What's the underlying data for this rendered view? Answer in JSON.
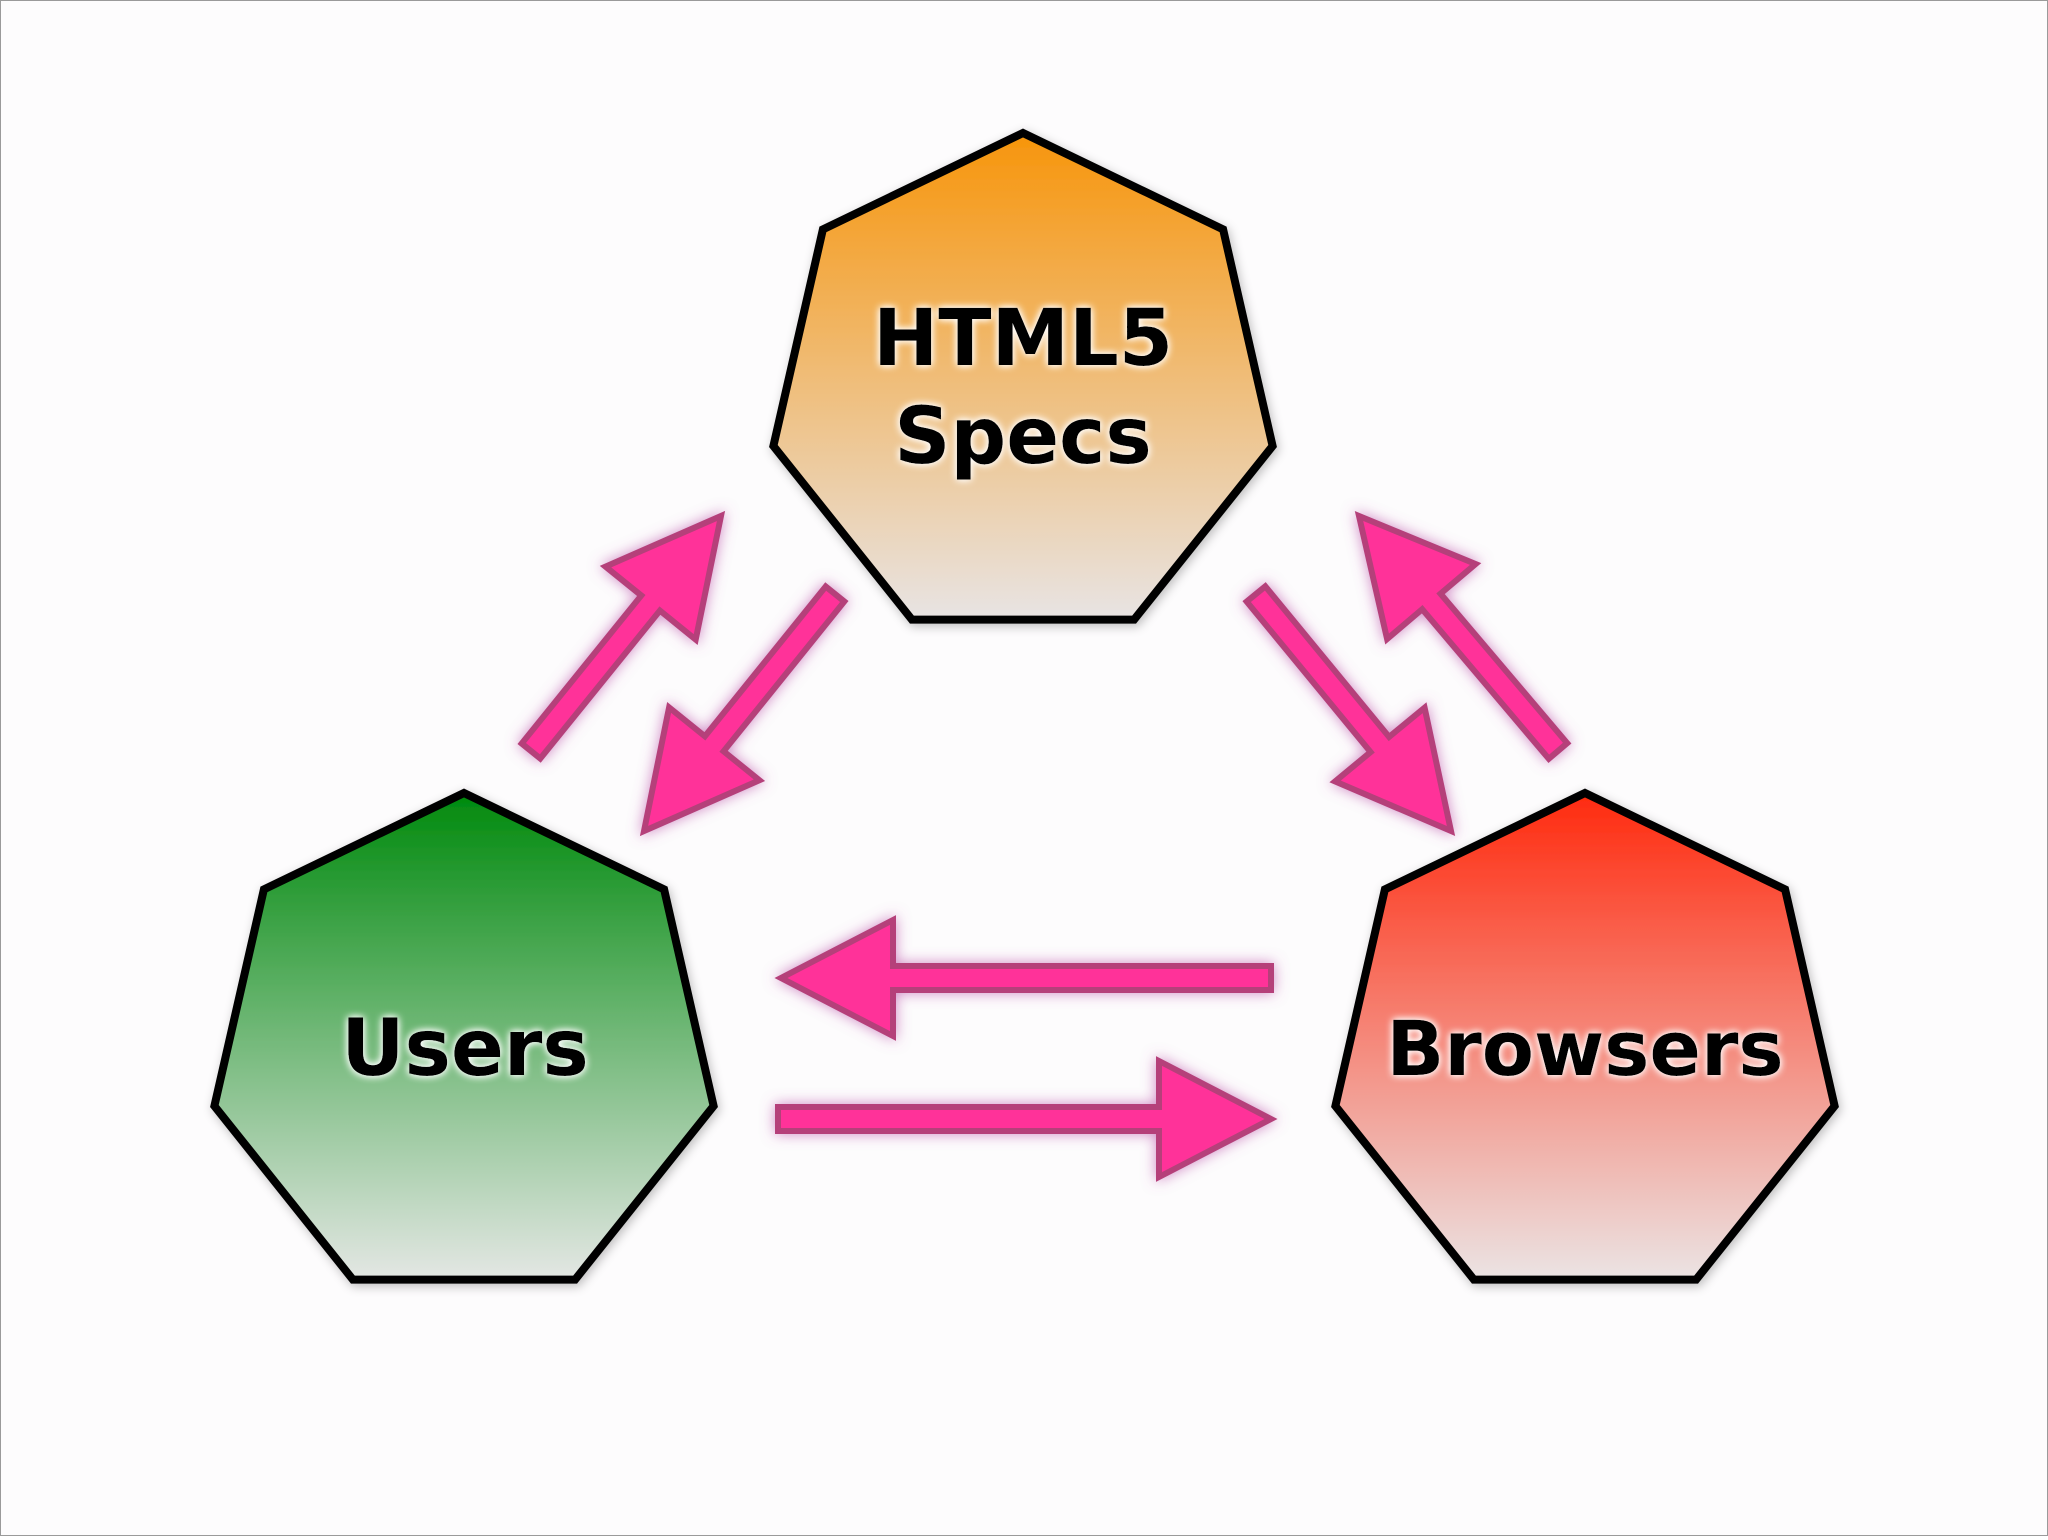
{
  "diagram": {
    "nodes": [
      {
        "id": "specs",
        "lines": [
          "HTML5",
          "Specs"
        ],
        "color_top": "#f7950b",
        "color_bottom": "#e8e4e4"
      },
      {
        "id": "users",
        "lines": [
          "Users"
        ],
        "color_top": "#008a0d",
        "color_bottom": "#e4e7e4"
      },
      {
        "id": "browsers",
        "lines": [
          "Browsers"
        ],
        "color_top": "#ff2a0e",
        "color_bottom": "#ebe4e4"
      }
    ],
    "edges": [
      {
        "from": "users",
        "to": "specs"
      },
      {
        "from": "specs",
        "to": "users"
      },
      {
        "from": "specs",
        "to": "browsers"
      },
      {
        "from": "browsers",
        "to": "specs"
      },
      {
        "from": "browsers",
        "to": "users"
      },
      {
        "from": "users",
        "to": "browsers"
      }
    ],
    "arrow_color": "#ff3399",
    "arrow_border": "#b5407a",
    "node_border": "#000000"
  }
}
